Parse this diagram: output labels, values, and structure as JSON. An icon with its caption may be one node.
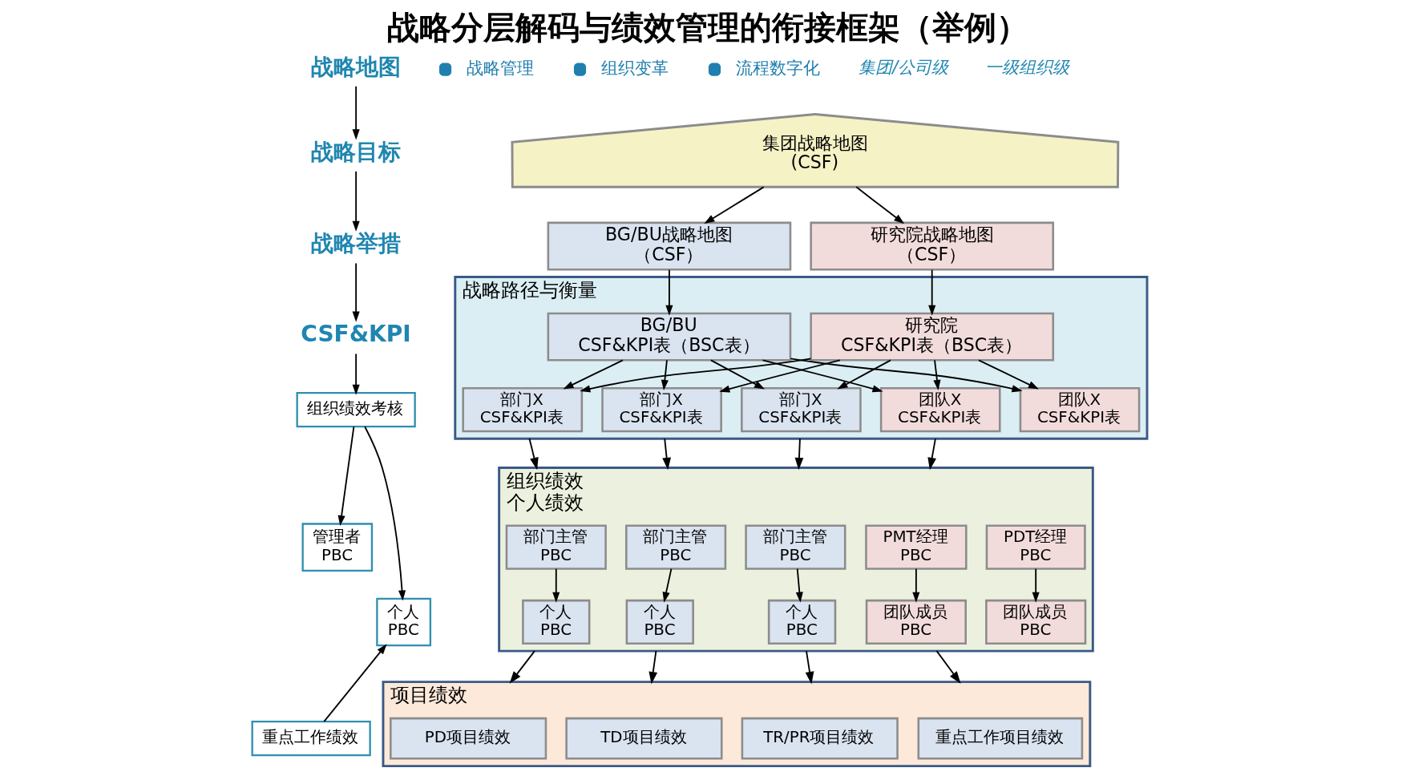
{
  "diagram": {
    "title": "战略分层解码与绩效管理的衔接框架（举例）",
    "nodes": [
      {
        "text": [
          "战略地图"
        ]
      },
      {
        "text": [
          "战略目标"
        ]
      },
      {
        "text": [
          "战略举措"
        ]
      },
      {
        "text": [
          "CSF&KPI"
        ]
      },
      {
        "text": [
          "组织绩效考核"
        ]
      },
      {
        "text": [
          "管理者",
          "PBC"
        ]
      },
      {
        "text": [
          "个人",
          "PBC"
        ]
      },
      {
        "text": [
          "重点工作绩效"
        ]
      },
      {
        "text": [
          "集团战略地图",
          "(CSF)"
        ]
      },
      {
        "text": [
          "BG/BU战略地图",
          "（CSF）"
        ]
      },
      {
        "text": [
          "研究院战略地图",
          "（CSF）"
        ]
      },
      {
        "text": [
          "战略路径与衡量"
        ]
      },
      {
        "text": [
          "BG/BU",
          "CSF&KPI表（BSC表）"
        ],
        "in": 11
      },
      {
        "text": [
          "研究院",
          "CSF&KPI表（BSC表）"
        ],
        "in": 11
      },
      {
        "text": [
          "部门X",
          "CSF&KPI表"
        ],
        "in": 11
      },
      {
        "text": [
          "部门X",
          "CSF&KPI表"
        ],
        "in": 11
      },
      {
        "text": [
          "部门X",
          "CSF&KPI表"
        ],
        "in": 11
      },
      {
        "text": [
          "团队X",
          "CSF&KPI表"
        ],
        "in": 11
      },
      {
        "text": [
          "团队X",
          "CSF&KPI表"
        ],
        "in": 11
      },
      {
        "text": [
          "组织绩效",
          "个人绩效"
        ]
      },
      {
        "text": [
          "部门主管",
          "PBC"
        ],
        "in": 19
      },
      {
        "text": [
          "部门主管",
          "PBC"
        ],
        "in": 19
      },
      {
        "text": [
          "部门主管",
          "PBC"
        ],
        "in": 19
      },
      {
        "text": [
          "PMT经理",
          "PBC"
        ],
        "in": 19
      },
      {
        "text": [
          "PDT经理",
          "PBC"
        ],
        "in": 19
      },
      {
        "text": [
          "个人",
          "PBC"
        ],
        "in": 19
      },
      {
        "text": [
          "个人",
          "PBC"
        ],
        "in": 19
      },
      {
        "text": [
          "个人",
          "PBC"
        ],
        "in": 19
      },
      {
        "text": [
          "团队成员",
          "PBC"
        ],
        "in": 19
      },
      {
        "text": [
          "团队成员",
          "PBC"
        ],
        "in": 19
      },
      {
        "text": [
          "项目绩效"
        ]
      },
      {
        "text": [
          "PD项目绩效"
        ],
        "in": 30
      },
      {
        "text": [
          "TD项目绩效"
        ],
        "in": 30
      },
      {
        "text": [
          "TR/PR项目绩效"
        ],
        "in": 30
      },
      {
        "text": [
          "重点工作项目绩效"
        ],
        "in": 30
      }
    ],
    "edges": [
      {
        "from": 0,
        "to": 1,
        "arrow": "to"
      },
      {
        "from": 1,
        "to": 2,
        "arrow": "to"
      },
      {
        "from": 2,
        "to": 3,
        "arrow": "to"
      },
      {
        "from": 3,
        "to": 4,
        "arrow": "to"
      },
      {
        "from": 4,
        "to": 5,
        "arrow": "to"
      },
      {
        "from": 4,
        "to": 6,
        "arrow": "to"
      },
      {
        "from": 7,
        "to": 6,
        "arrow": "to"
      },
      {
        "from": 8,
        "to": 9,
        "arrow": "to"
      },
      {
        "from": 8,
        "to": 10,
        "arrow": "to"
      },
      {
        "from": 9,
        "to": 12,
        "arrow": "to"
      },
      {
        "from": 10,
        "to": 13,
        "arrow": "to"
      },
      {
        "from": 12,
        "to": 14,
        "arrow": "to"
      },
      {
        "from": 12,
        "to": 15,
        "arrow": "to"
      },
      {
        "from": 12,
        "to": 16,
        "arrow": "to"
      },
      {
        "from": 12,
        "to": 17,
        "arrow": "to"
      },
      {
        "from": 12,
        "to": 18,
        "arrow": "to"
      },
      {
        "from": 13,
        "to": 14,
        "arrow": "to"
      },
      {
        "from": 13,
        "to": 15,
        "arrow": "to"
      },
      {
        "from": 13,
        "to": 16,
        "arrow": "to"
      },
      {
        "from": 13,
        "to": 17,
        "arrow": "to"
      },
      {
        "from": 13,
        "to": 18,
        "arrow": "to"
      },
      {
        "from": 11,
        "to": 19,
        "arrow": "to"
      },
      {
        "from": 11,
        "to": 19,
        "arrow": "to"
      },
      {
        "from": 11,
        "to": 19,
        "arrow": "to"
      },
      {
        "from": 11,
        "to": 19,
        "arrow": "to"
      },
      {
        "from": 20,
        "to": 25,
        "arrow": "to"
      },
      {
        "from": 21,
        "to": 26,
        "arrow": "to"
      },
      {
        "from": 22,
        "to": 27,
        "arrow": "to"
      },
      {
        "from": 23,
        "to": 28,
        "arrow": "to"
      },
      {
        "from": 24,
        "to": 29,
        "arrow": "to"
      },
      {
        "from": 19,
        "to": 30,
        "arrow": "to"
      },
      {
        "from": 19,
        "to": 30,
        "arrow": "to"
      },
      {
        "from": 19,
        "to": 30,
        "arrow": "to"
      },
      {
        "from": 19,
        "to": 30,
        "arrow": "to"
      }
    ],
    "labels": [
      "战略管理",
      "组织变革",
      "流程数字化",
      "集团/公司级",
      "一级组织级"
    ]
  }
}
